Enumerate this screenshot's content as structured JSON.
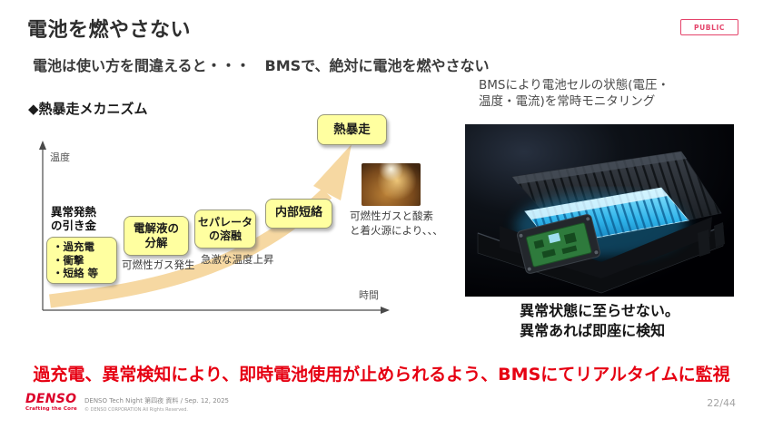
{
  "slide": {
    "title": "電池を燃やさない",
    "badge": "PUBLIC",
    "subtitle": "電池は使い方を間違えると・・・　BMSで、絶対に電池を燃やさない",
    "section_heading": "◆熱暴走メカニズム",
    "colors": {
      "denso_red": "#e60012",
      "badge_red": "#e4436a",
      "box_yellow": "#ffffa0",
      "arrow_orange": "#f6d8a2",
      "cell_glow_blue": "#35c8f5"
    },
    "diagram": {
      "y_axis_label": "温度",
      "x_axis_label": "時間",
      "trigger": {
        "title_line1": "異常発熱",
        "title_line2": "の引き金",
        "items": [
          "・過充電",
          "・衝撃",
          "・短絡 等"
        ]
      },
      "steps": [
        {
          "line1": "電解液の",
          "line2": "分解",
          "caption": "可燃性ガス発生"
        },
        {
          "line1": "セパレータ",
          "line2": "の溶融",
          "caption": "急激な温度上昇"
        },
        {
          "label": "内部短絡"
        },
        {
          "label": "熱暴走"
        }
      ],
      "fire_caption_line1": "可燃性ガスと酸素",
      "fire_caption_line2": "と着火源により、、、"
    },
    "right_panel": {
      "monitoring_line1": "BMSにより電池セルの状態(電圧・",
      "monitoring_line2": "温度・電流)を常時モニタリング",
      "caption_line1": "異常状態に至らせない。",
      "caption_line2": "異常あれば即座に検知"
    },
    "bottom_message": "過充電、異常検知により、即時電池使用が止められるよう、BMSにてリアルタイムに監視",
    "footer": {
      "logo": "DENSO",
      "logo_tagline": "Crafting the Core",
      "doc_info": "DENSO Tech Night 第四夜 資料 / Sep. 12, 2025",
      "copyright": "© DENSO CORPORATION All Rights Reserved.",
      "page": "22/44"
    }
  }
}
